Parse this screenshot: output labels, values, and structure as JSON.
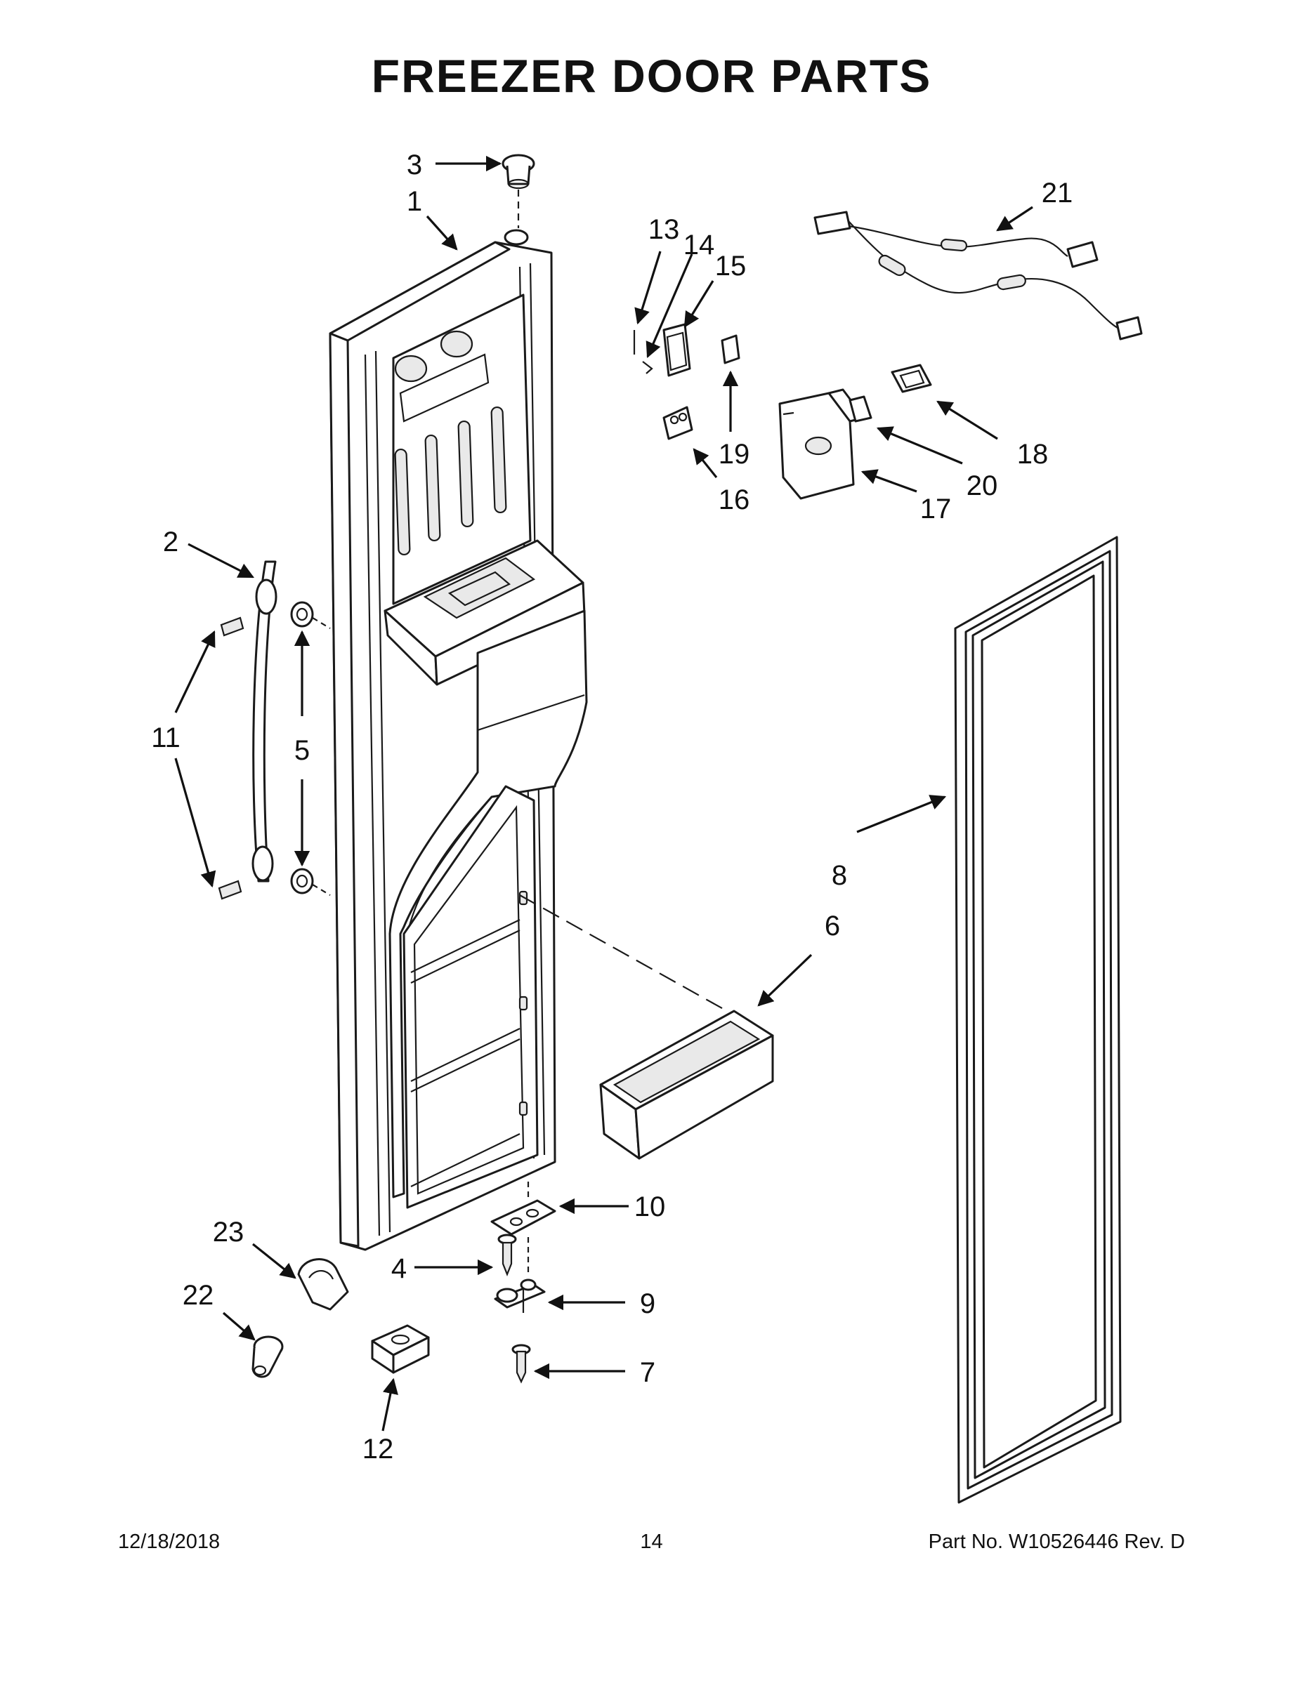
{
  "title": "FREEZER DOOR PARTS",
  "callouts": [
    {
      "id": "1"
    },
    {
      "id": "2"
    },
    {
      "id": "3"
    },
    {
      "id": "4"
    },
    {
      "id": "5"
    },
    {
      "id": "6"
    },
    {
      "id": "7"
    },
    {
      "id": "8"
    },
    {
      "id": "9"
    },
    {
      "id": "10"
    },
    {
      "id": "11"
    },
    {
      "id": "12"
    },
    {
      "id": "13"
    },
    {
      "id": "14"
    },
    {
      "id": "15"
    },
    {
      "id": "16"
    },
    {
      "id": "17"
    },
    {
      "id": "18"
    },
    {
      "id": "19"
    },
    {
      "id": "20"
    },
    {
      "id": "21"
    },
    {
      "id": "22"
    },
    {
      "id": "23"
    }
  ],
  "footer": {
    "date": "12/18/2018",
    "page": "14",
    "part_no": "Part No.  W10526446  Rev.  D"
  }
}
